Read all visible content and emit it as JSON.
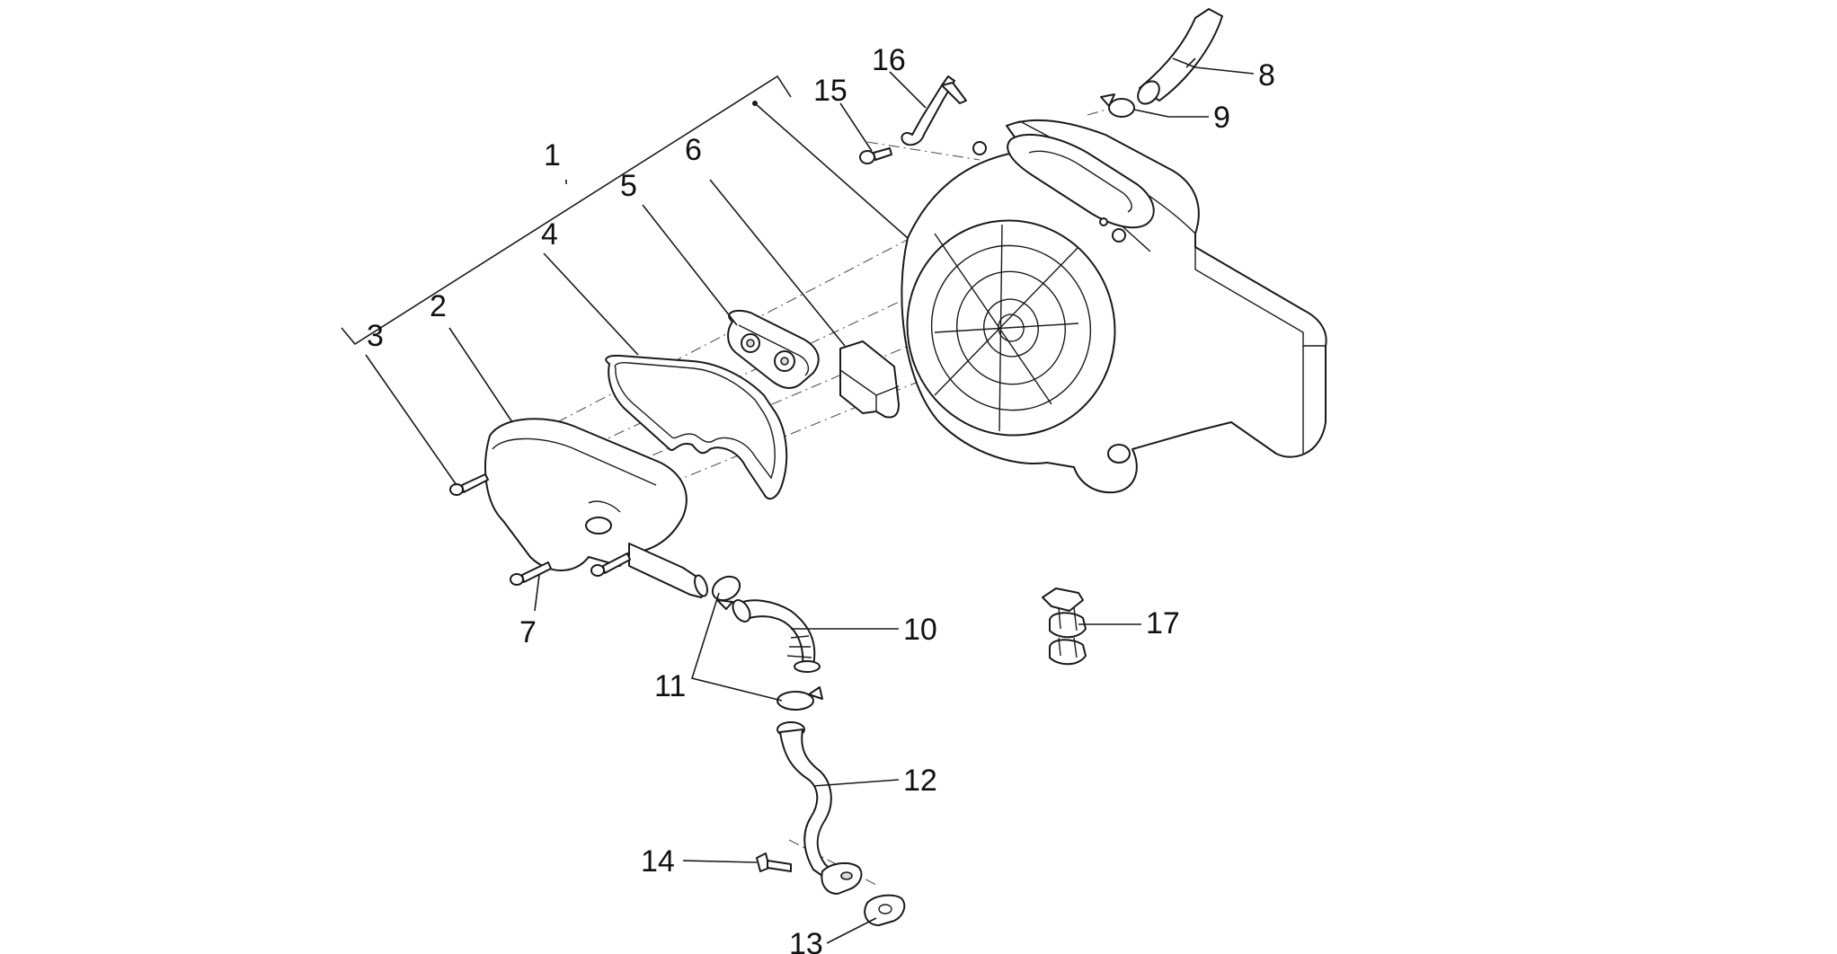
{
  "colors": {
    "line": "#1a1a1a",
    "background": "#ffffff",
    "shade": "#dcdcdc"
  },
  "callouts": [
    {
      "id": "c1",
      "text": "1"
    },
    {
      "id": "c2",
      "text": "2"
    },
    {
      "id": "c3",
      "text": "3"
    },
    {
      "id": "c4",
      "text": "4"
    },
    {
      "id": "c5",
      "text": "5"
    },
    {
      "id": "c6",
      "text": "6"
    },
    {
      "id": "c7",
      "text": "7"
    },
    {
      "id": "c8",
      "text": "8"
    },
    {
      "id": "c9",
      "text": "9"
    },
    {
      "id": "c10",
      "text": "10"
    },
    {
      "id": "c11",
      "text": "11"
    },
    {
      "id": "c12",
      "text": "12"
    },
    {
      "id": "c13",
      "text": "13"
    },
    {
      "id": "c14",
      "text": "14"
    },
    {
      "id": "c15",
      "text": "15"
    },
    {
      "id": "c16",
      "text": "16"
    },
    {
      "id": "c17",
      "text": "17"
    }
  ]
}
